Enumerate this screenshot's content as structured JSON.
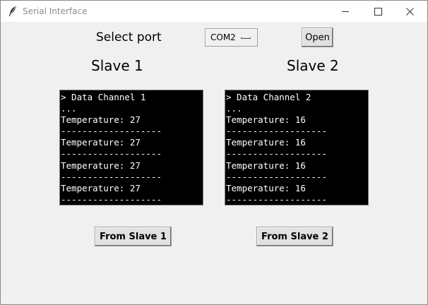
{
  "window": {
    "title": "Serial Interface",
    "icon": "feather-icon"
  },
  "port": {
    "label": "Select port",
    "selected": "COM2",
    "open_label": "Open"
  },
  "slaves": [
    {
      "title": "Slave 1",
      "lines": [
        "> Data Channel 1",
        "...",
        "Temperature: 27",
        "-------------------",
        "Temperature: 27",
        "-------------------",
        "Temperature: 27",
        "-------------------",
        "Temperature: 27",
        "-------------------"
      ],
      "button_label": "From Slave 1"
    },
    {
      "title": "Slave 2",
      "lines": [
        "> Data Channel 2",
        "...",
        "Temperature: 16",
        "-------------------",
        "Temperature: 16",
        "-------------------",
        "Temperature: 16",
        "-------------------",
        "Temperature: 16",
        "-------------------"
      ],
      "button_label": "From Slave 2"
    }
  ]
}
